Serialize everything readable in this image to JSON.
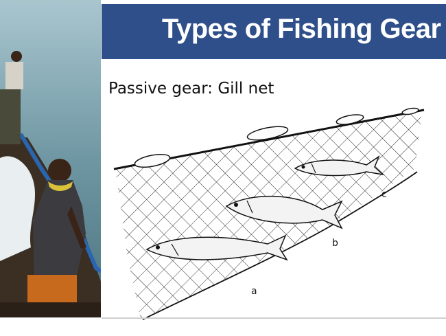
{
  "slide": {
    "title": "Types of Fishing Gear",
    "subtitle": "Passive gear: Gill net"
  },
  "diagram": {
    "labels": {
      "a": "a",
      "b": "b",
      "c": "c"
    }
  },
  "colors": {
    "title_bar": "#2f4f8a",
    "title_text": "#ffffff",
    "background": "#ffffff"
  }
}
